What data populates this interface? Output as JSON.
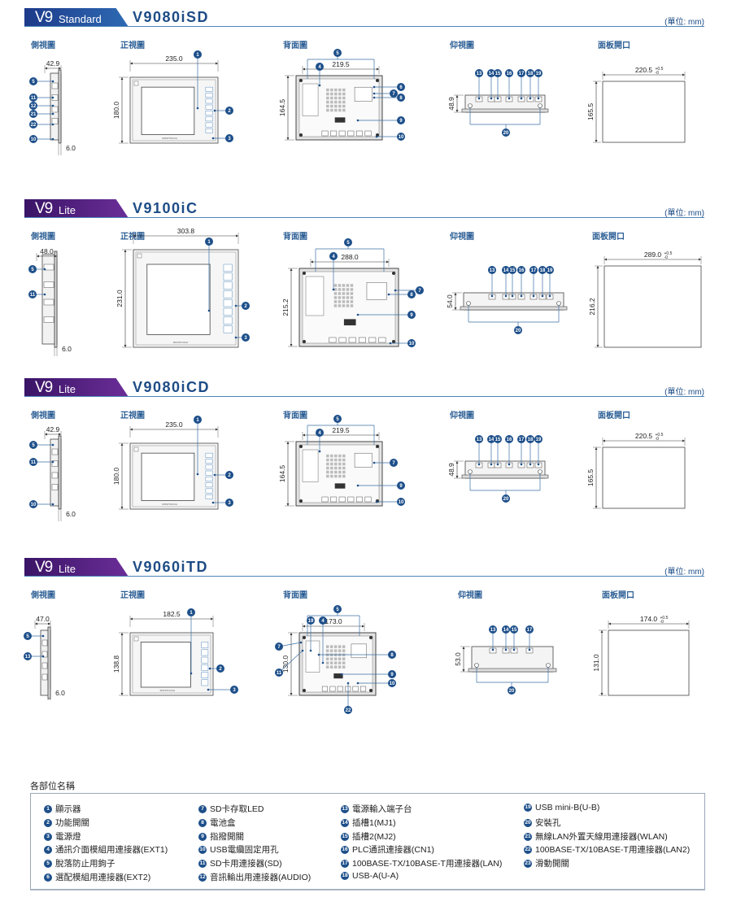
{
  "view_labels": {
    "side": "側視圖",
    "front": "正視圖",
    "back": "背面圖",
    "bottom": "仰視圖",
    "cutout": "面板開口"
  },
  "unit": "(單位: mm)",
  "colors": {
    "standard": "#2e6ab3",
    "lite": "#6b2e98",
    "accent": "#1d4f8a"
  },
  "sections": [
    {
      "series": "V9",
      "edition": "Standard",
      "model": "V9080iSD",
      "dims": {
        "side_depth": "42.9",
        "side_bezel": "6.0",
        "front_w": "235.0",
        "front_h": "180.0",
        "back_w": "219.5",
        "back_h": "164.5",
        "bottom_h": "48.9",
        "cut_w": "220.5",
        "cut_h": "165.5",
        "tol_plus": "+0.5",
        "tol_minus": "-0"
      },
      "callouts": {
        "side": [
          "5",
          "11",
          "12",
          "21",
          "22",
          "10"
        ],
        "front": [
          "1",
          "2",
          "3"
        ],
        "back": [
          "5",
          "4",
          "6",
          "7",
          "8",
          "9",
          "10"
        ],
        "bottom": [
          "13",
          "14",
          "15",
          "16",
          "17",
          "18",
          "19",
          "20"
        ]
      }
    },
    {
      "series": "V9",
      "edition": "Lite",
      "model": "V9100iC",
      "dims": {
        "side_depth": "48.0",
        "side_bezel": "6.0",
        "front_w": "303.8",
        "front_h": "231.0",
        "back_w": "288.0",
        "back_h": "215.2",
        "bottom_h": "54.0",
        "cut_w": "289.0",
        "cut_h": "216.2",
        "tol_plus": "+0.5",
        "tol_minus": "-0"
      },
      "callouts": {
        "side": [
          "5",
          "11"
        ],
        "front": [
          "1",
          "2",
          "3"
        ],
        "back": [
          "5",
          "4",
          "7",
          "8",
          "9",
          "10"
        ],
        "bottom": [
          "13",
          "14",
          "15",
          "16",
          "17",
          "18",
          "19",
          "20"
        ]
      }
    },
    {
      "series": "V9",
      "edition": "Lite",
      "model": "V9080iCD",
      "dims": {
        "side_depth": "42.9",
        "side_bezel": "6.0",
        "front_w": "235.0",
        "front_h": "180.0",
        "back_w": "219.5",
        "back_h": "164.5",
        "bottom_h": "48.9",
        "cut_w": "220.5",
        "cut_h": "165.5",
        "tol_plus": "+0.5",
        "tol_minus": "-0"
      },
      "callouts": {
        "side": [
          "5",
          "11",
          "10"
        ],
        "front": [
          "1",
          "2",
          "3"
        ],
        "back": [
          "5",
          "4",
          "7",
          "9",
          "10"
        ],
        "bottom": [
          "13",
          "14",
          "15",
          "16",
          "17",
          "18",
          "19",
          "20"
        ]
      }
    },
    {
      "series": "V9",
      "edition": "Lite",
      "model": "V9060iTD",
      "dims": {
        "side_depth": "47.0",
        "side_bezel": "6.0",
        "front_w": "182.5",
        "front_h": "138.8",
        "back_w": "173.0",
        "back_h": "130.0",
        "bottom_h": "53.0",
        "cut_w": "174.0",
        "cut_h": "131.0",
        "tol_plus": "+0.5",
        "tol_minus": "-0"
      },
      "callouts": {
        "side": [
          "5",
          "13"
        ],
        "front": [
          "1",
          "2",
          "3"
        ],
        "back": [
          "5",
          "19",
          "4",
          "7",
          "11",
          "8",
          "9",
          "10",
          "22"
        ],
        "bottom": [
          "13",
          "14",
          "15",
          "17",
          "20"
        ]
      }
    }
  ],
  "legend": {
    "title": "各部位名稱",
    "items": [
      {
        "n": "1",
        "label": "顯示器"
      },
      {
        "n": "2",
        "label": "功能開關"
      },
      {
        "n": "3",
        "label": "電源燈"
      },
      {
        "n": "4",
        "label": "通訊介面模組用連接器(EXT1)"
      },
      {
        "n": "5",
        "label": "脫落防止用鉤子"
      },
      {
        "n": "6",
        "label": "選配模組用連接器(EXT2)"
      },
      {
        "n": "7",
        "label": "SD卡存取LED"
      },
      {
        "n": "8",
        "label": "電池盒"
      },
      {
        "n": "9",
        "label": "指撥開關"
      },
      {
        "n": "10",
        "label": "USB電纜固定用孔"
      },
      {
        "n": "11",
        "label": "SD卡用連接器(SD)"
      },
      {
        "n": "12",
        "label": "音訊輸出用連接器(AUDIO)"
      },
      {
        "n": "13",
        "label": "電源輸入端子台"
      },
      {
        "n": "14",
        "label": "插槽1(MJ1)"
      },
      {
        "n": "15",
        "label": "插槽2(MJ2)"
      },
      {
        "n": "16",
        "label": "PLC通訊連接器(CN1)"
      },
      {
        "n": "17",
        "label": "100BASE-TX/10BASE-T用連接器(LAN)"
      },
      {
        "n": "18",
        "label": "USB-A(U-A)"
      },
      {
        "n": "19",
        "label": "USB mini-B(U-B)"
      },
      {
        "n": "20",
        "label": "安裝孔"
      },
      {
        "n": "21",
        "label": "無線LAN外置天線用連接器(WLAN)"
      },
      {
        "n": "22",
        "label": "100BASE-TX/10BASE-T用連接器(LAN2)"
      },
      {
        "n": "23",
        "label": "滑動開關"
      }
    ]
  }
}
